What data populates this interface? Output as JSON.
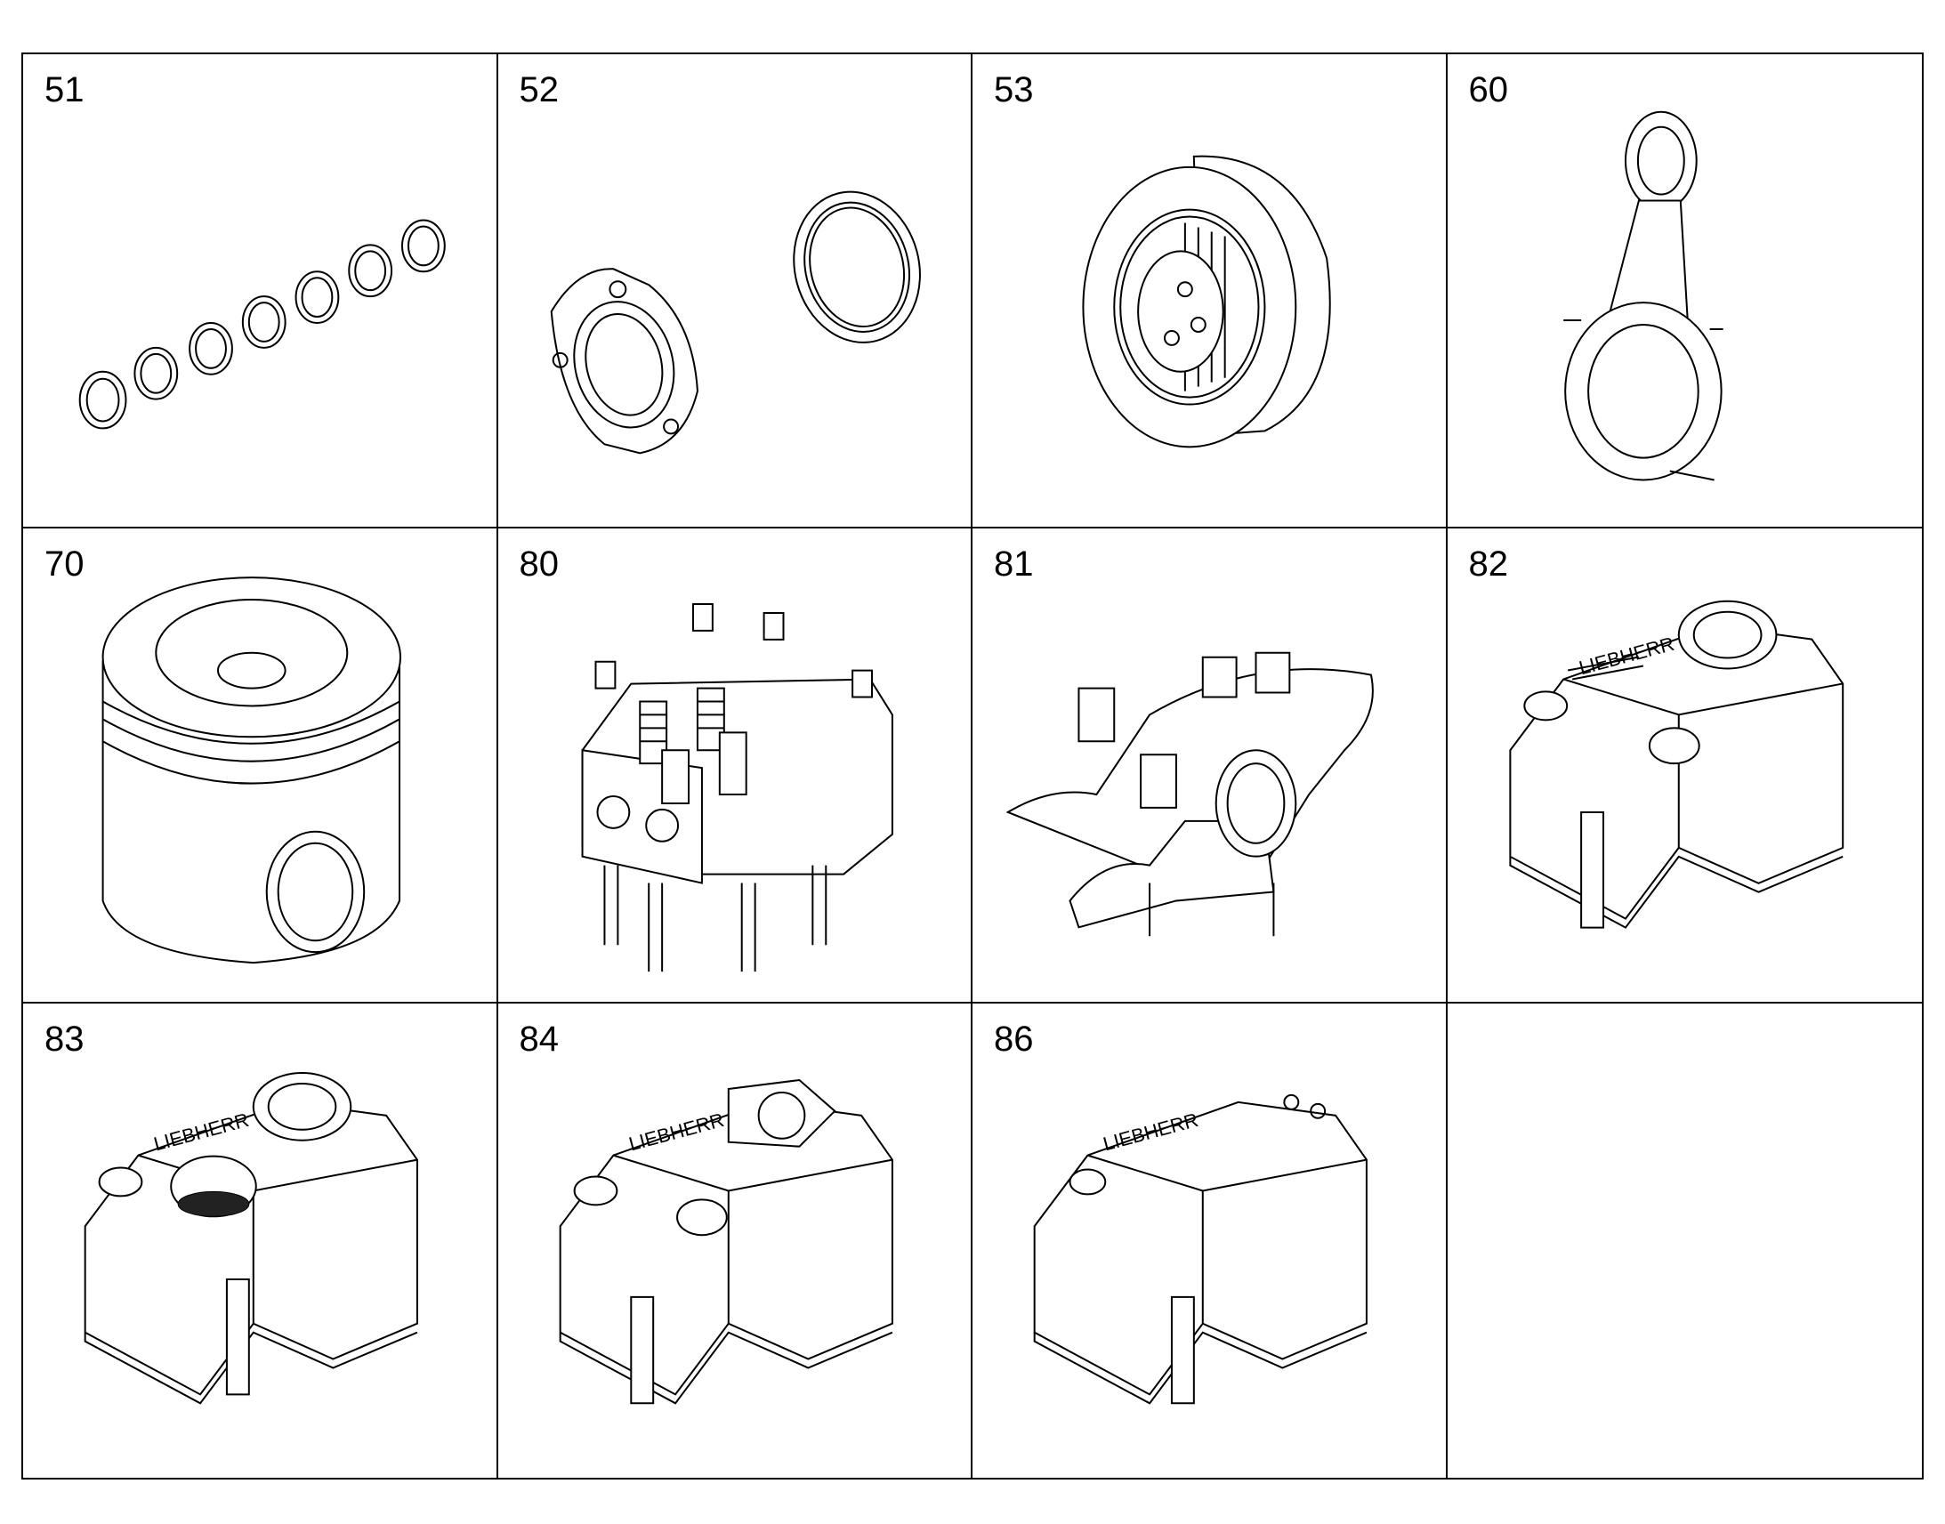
{
  "cells": [
    {
      "number": "51",
      "icon": "bearing-shells-illustration"
    },
    {
      "number": "52",
      "icon": "seal-rings-illustration"
    },
    {
      "number": "53",
      "icon": "vibration-damper-illustration"
    },
    {
      "number": "60",
      "icon": "connecting-rod-illustration"
    },
    {
      "number": "70",
      "icon": "piston-illustration"
    },
    {
      "number": "80",
      "icon": "cylinder-head-illustration"
    },
    {
      "number": "81",
      "icon": "rocker-arm-assembly-illustration"
    },
    {
      "number": "82",
      "icon": "valve-cover-illustration"
    },
    {
      "number": "83",
      "icon": "valve-cover-with-cap-illustration"
    },
    {
      "number": "84",
      "icon": "valve-cover-with-port-illustration"
    },
    {
      "number": "86",
      "icon": "valve-cover-plain-illustration"
    },
    {
      "number": "",
      "icon": ""
    }
  ],
  "colors": {
    "line": "#000000",
    "background": "#ffffff"
  }
}
